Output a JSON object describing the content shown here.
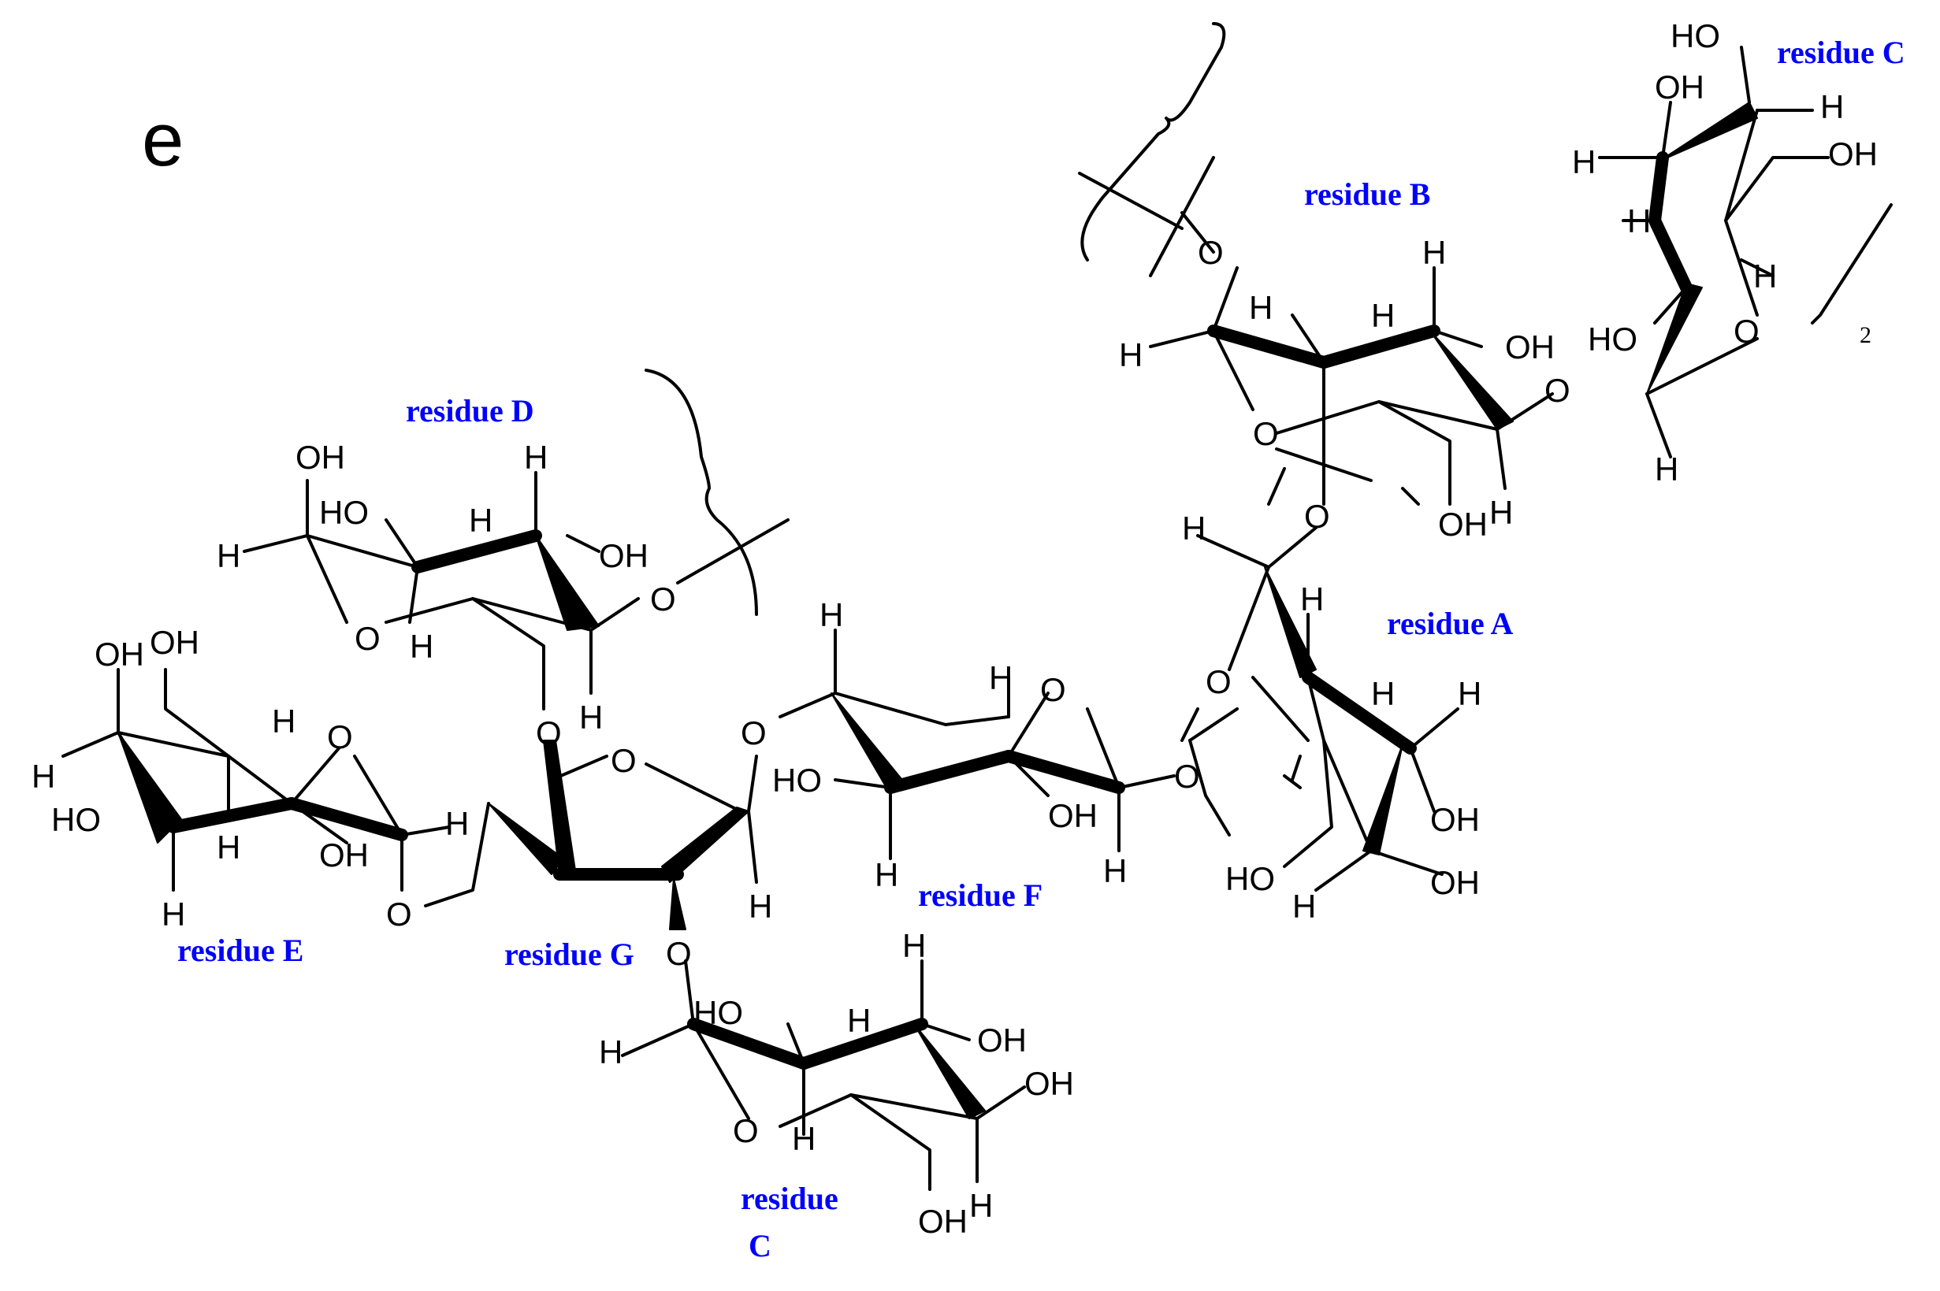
{
  "figure": {
    "panel_label": "e",
    "atoms": {
      "hydroxyl": "OH",
      "hydroxyl_left": "HO",
      "hydrogen": "H",
      "oxygen": "O"
    },
    "repeat_subscript": "2",
    "colors": {
      "residue_label": "#0000ff",
      "structure": "#000000"
    },
    "residues": {
      "A": "residue A",
      "B": "residue B",
      "C_top": "residue C",
      "D": "residue D",
      "E": "residue E",
      "F": "residue F",
      "G": "residue G",
      "C_bottom_line1": "residue",
      "C_bottom_line2": "C"
    }
  }
}
